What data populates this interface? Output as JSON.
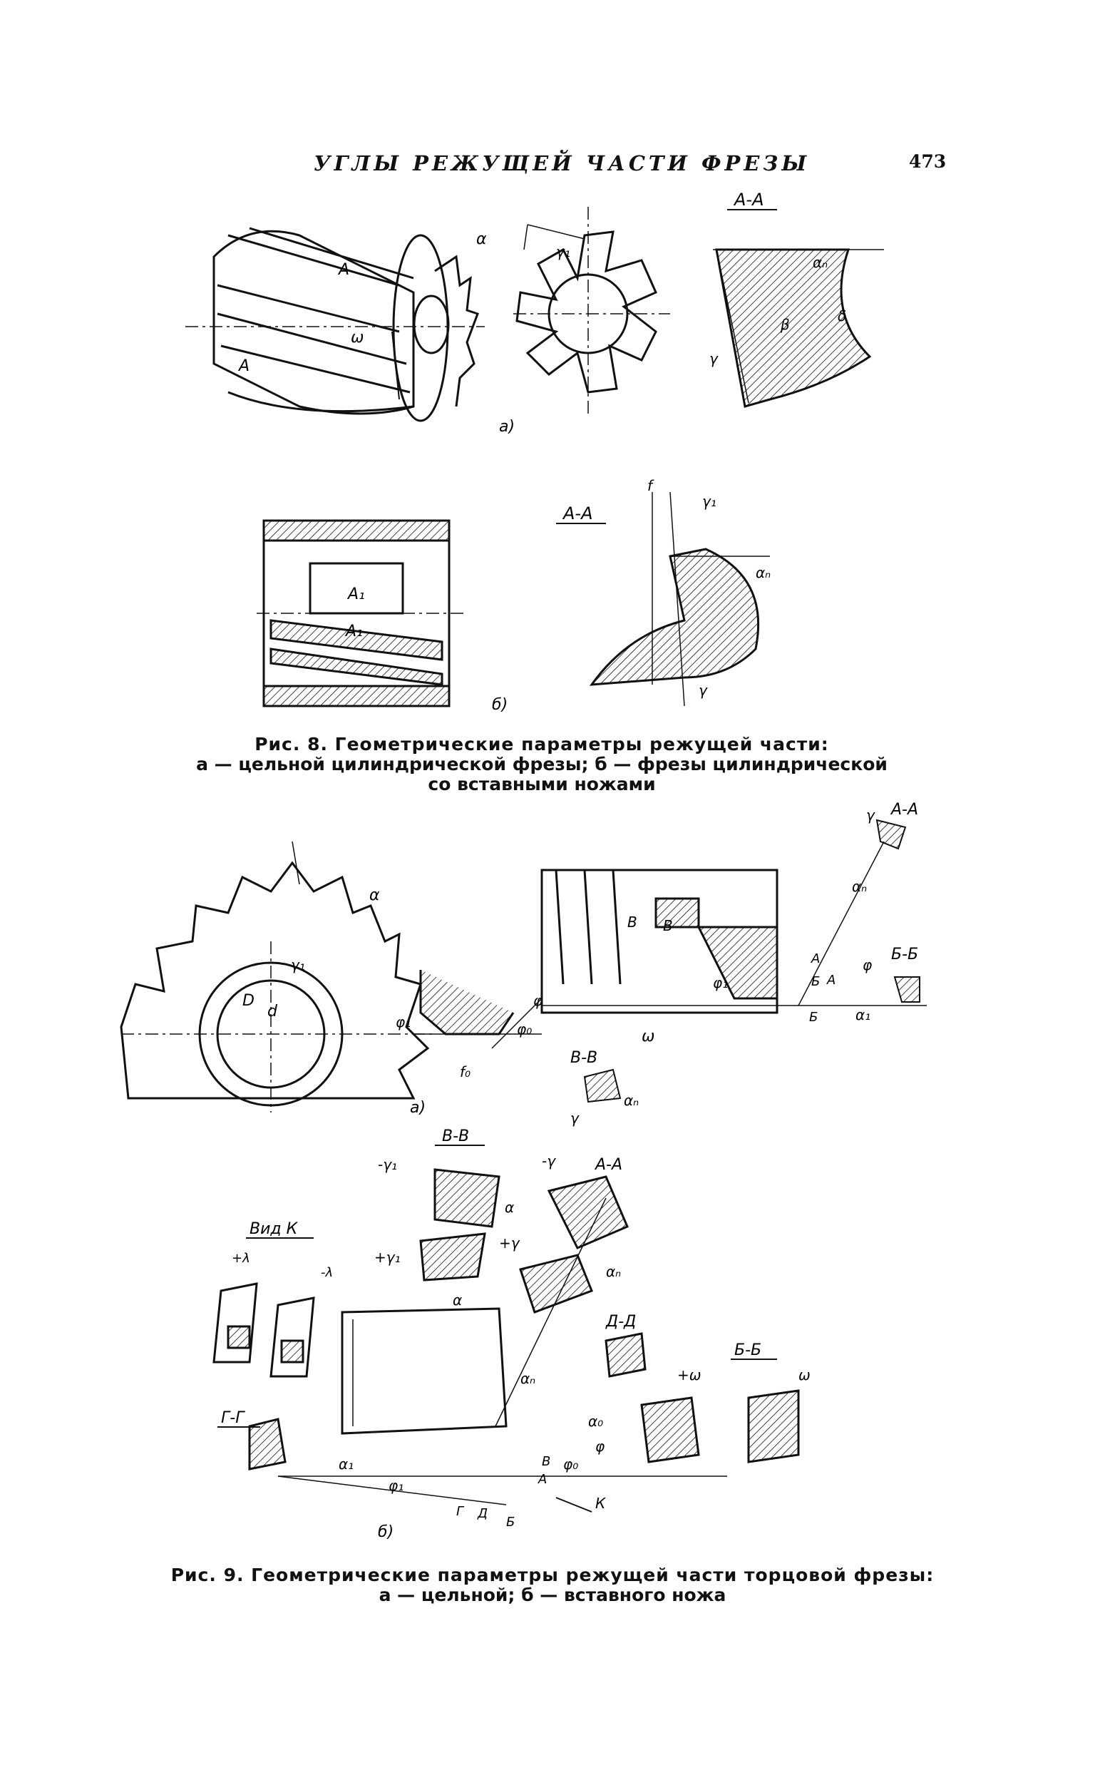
{
  "header": {
    "title": "УГЛЫ РЕЖУЩЕЙ ЧАСТИ ФРЕЗЫ",
    "page_number": "473"
  },
  "figure8": {
    "part_a": {
      "sublabel": "а)",
      "section_label": "А-А",
      "labels": {
        "alpha": "α",
        "gamma1": "γ₁",
        "omega": "ω",
        "A_upper": "A",
        "A_lower": "A",
        "alpha_n": "αₙ",
        "beta": "β",
        "gamma": "γ",
        "delta": "δ"
      }
    },
    "part_b": {
      "sublabel": "б)",
      "section_label": "А-А",
      "labels": {
        "f": "f",
        "gamma1": "γ₁",
        "alpha_n": "αₙ",
        "gamma": "γ",
        "A1": "A₁",
        "A2": "A₁"
      }
    },
    "caption": {
      "line1": "Рис. 8. Геометрические параметры режущей части:",
      "line2": "а — цельной цилиндрической фрезы; б — фрезы цилиндрической",
      "line3": "со вставными ножами"
    }
  },
  "figure9": {
    "part_a": {
      "sublabel": "а)",
      "labels": {
        "alpha": "α",
        "gamma1": "γ₁",
        "D": "D",
        "d": "d",
        "phi": "φ",
        "phi1": "φ₁",
        "phi0": "φ₀",
        "f0": "f₀",
        "omega": "ω",
        "B1": "В",
        "B2": "В",
        "A": "A",
        "A_mark": "A",
        "B6_top": "Б",
        "B6_bottom": "Б",
        "gamma": "γ",
        "alpha_n": "αₙ",
        "alpha1": "α₁",
        "phi_right": "φ",
        "phi1_right": "φ₁",
        "section_AA": "А-А",
        "section_BB": "Б-Б",
        "section_VV": "В-В",
        "vv_alpha_n": "αₙ",
        "vv_gamma": "γ"
      }
    },
    "part_b": {
      "sublabel": "б)",
      "labels": {
        "section_VV": "В-В",
        "section_AA": "А-А",
        "section_DD": "Д-Д",
        "section_BB": "Б-Б",
        "section_GG": "Г-Г",
        "view_K": "Вид К",
        "plus_lambda": "+λ",
        "minus_lambda": "-λ",
        "minus_gamma1": "-γ₁",
        "plus_gamma1": "+γ₁",
        "minus_gamma": "-γ",
        "plus_gamma": "+γ",
        "alpha": "α",
        "alpha2": "α",
        "alpha_n": "αₙ",
        "alpha_n2": "αₙ",
        "alpha0": "α₀",
        "phi": "φ",
        "phi0": "φ₀",
        "phi1": "φ₁",
        "alpha1": "α₁",
        "plus_omega": "+ω",
        "omega": "ω",
        "K": "К",
        "G": "Г",
        "D": "Д",
        "B": "Б",
        "A": "А",
        "V": "В"
      }
    },
    "caption": {
      "line1": "Рис. 9. Геометрические параметры режущей части торцовой фрезы:",
      "line2": "а — цельной; б — вставного ножа"
    }
  }
}
